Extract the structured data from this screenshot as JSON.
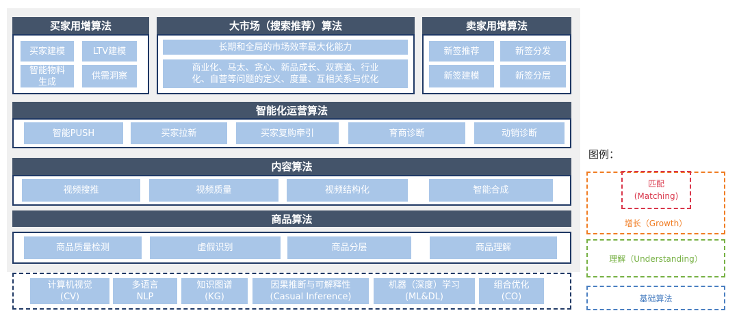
{
  "top_sections": [
    {
      "title": "买家用增算法",
      "items": [
        "买家建模",
        "LTV建模",
        "智能物料\n生成",
        "供需洞察"
      ]
    },
    {
      "title": "大市场（搜索推荐）算法",
      "items": [
        "长期和全局的市场效率最大化能力",
        "商业化、马太、贪心、新品成长、双赛道、行业\n化、自营等问题的定义、度量、互相关系与优化"
      ]
    },
    {
      "title": "卖家用增算法",
      "items": [
        "新签推荐",
        "新签分发",
        "新签建模",
        "新签分层"
      ]
    }
  ],
  "rows": [
    {
      "title": "智能化运营算法",
      "items": [
        "智能PUSH",
        "买家拉新",
        "买家复购牵引",
        "育商诊断",
        "动销诊断"
      ]
    },
    {
      "title": "内容算法",
      "items": [
        "视频搜推",
        "视频质量",
        "视频结构化",
        "智能合成"
      ]
    },
    {
      "title": "商品算法",
      "items": [
        "商品质量检测",
        "虚假识别",
        "商品分层",
        "商品理解"
      ]
    }
  ],
  "foundation": {
    "items": [
      "计算机视觉\n(CV)",
      "多语言\nNLP",
      "知识图谱\n(KG)",
      "因果推断与可解释性\n(Casual Inference)",
      "机器（深度）学习\n(ML&DL)",
      "组合优化\n(CO)"
    ]
  },
  "legend": {
    "title": "图例：",
    "matching": "匹配\n(Matching)",
    "growth": "增长（Growth）",
    "understanding": "理解（Understanding）",
    "base": "基础算法"
  },
  "colors": {
    "header": "#44546a",
    "frame": "#1f3864",
    "cell": "#a9c6e8",
    "legend_red": "#d9364a",
    "legend_orange": "#f07c22",
    "legend_green": "#76b043",
    "legend_blue": "#4a7fc1"
  }
}
